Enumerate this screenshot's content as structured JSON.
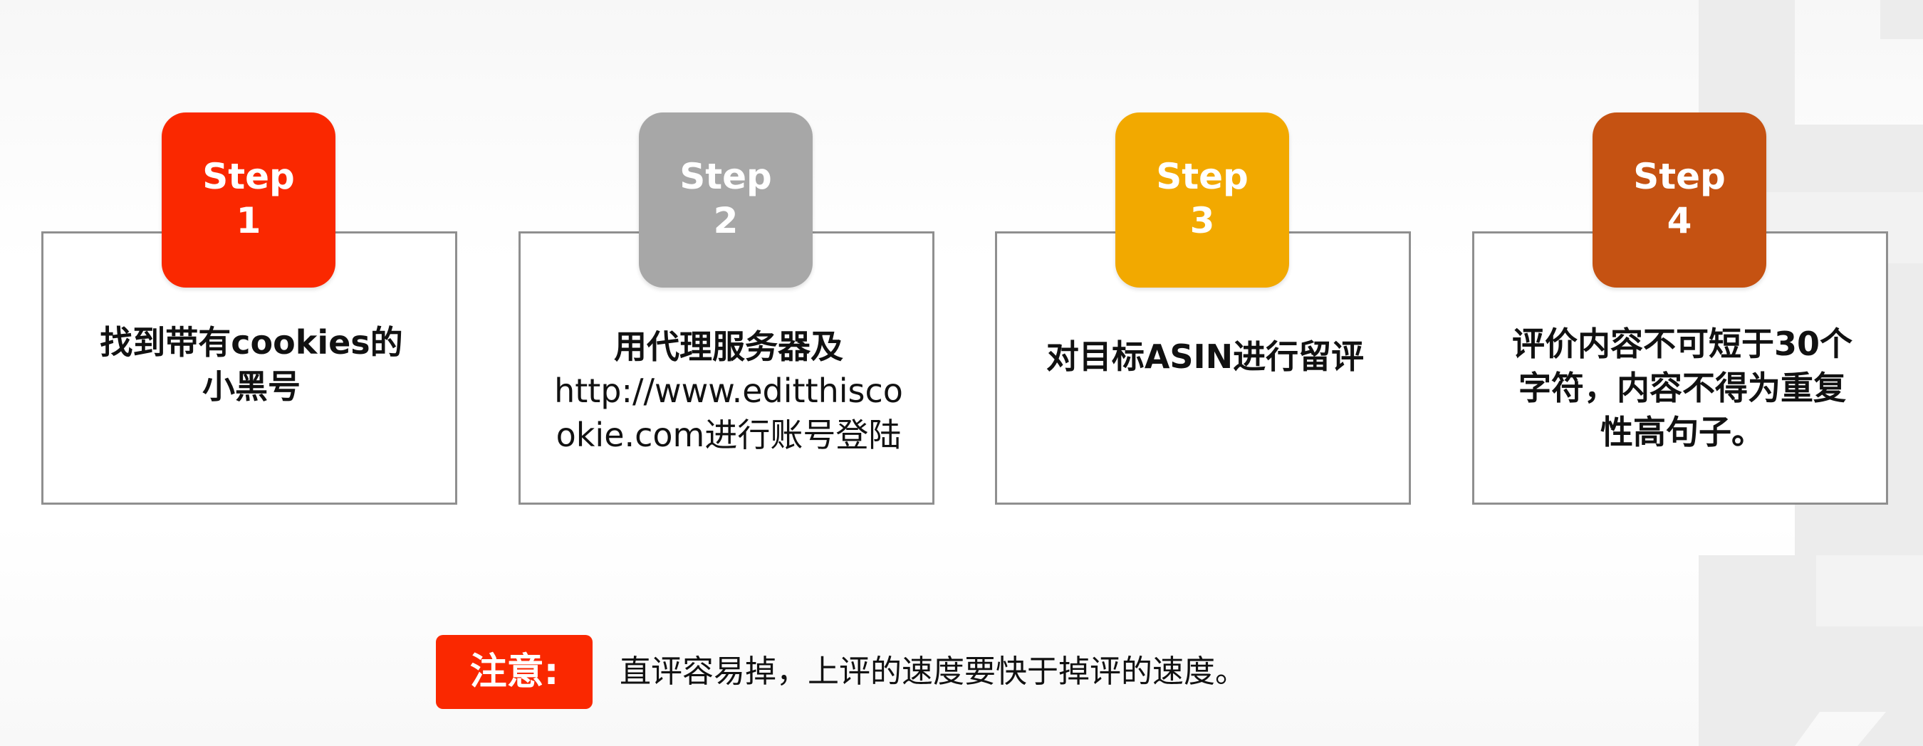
{
  "slide": {
    "steps": [
      {
        "badge_word": "Step",
        "badge_number": "1",
        "badge_color": "#fa2800",
        "text_lines": [
          "找到带有cookies的",
          "小黑号"
        ]
      },
      {
        "badge_word": "Step",
        "badge_number": "2",
        "badge_color": "#a7a7a7",
        "text_lines": [
          "用代理服务器及",
          "http://www.editthisco",
          "okie.com进行账号登陆"
        ]
      },
      {
        "badge_word": "Step",
        "badge_number": "3",
        "badge_color": "#f2a900",
        "text_lines": [
          "对目标ASIN进行留评"
        ]
      },
      {
        "badge_word": "Step",
        "badge_number": "4",
        "badge_color": "#c55212",
        "text_lines": [
          "评价内容不可短于30个",
          "字符，内容不得为重复",
          "性高句子。"
        ]
      }
    ],
    "note": {
      "label": "注意:",
      "label_color": "#fa2800",
      "text": "直评容易掉，上评的速度要快于掉评的速度。"
    }
  }
}
